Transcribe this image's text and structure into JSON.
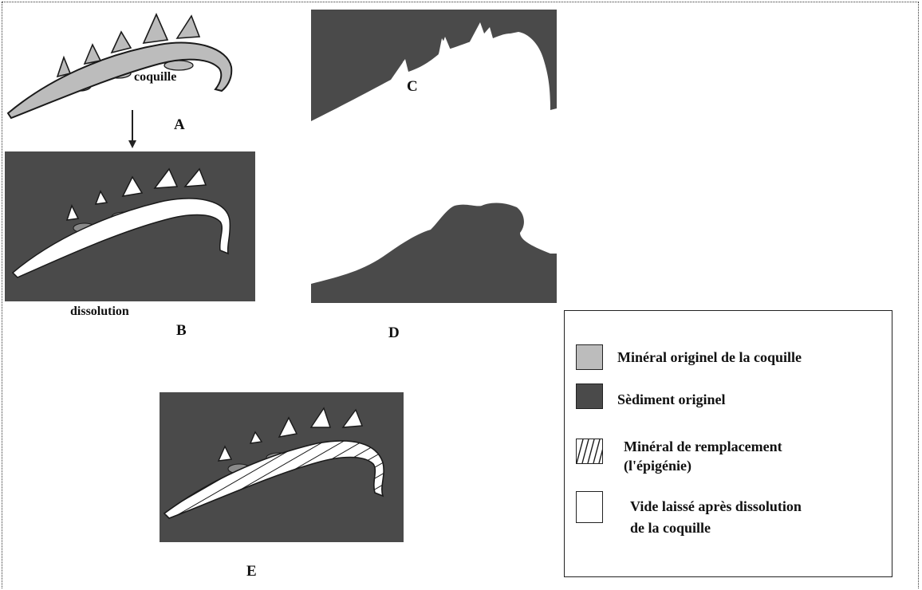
{
  "labels": {
    "coquille": "coquille",
    "a": "A",
    "b": "B",
    "c": "C",
    "d": "D",
    "e": "E",
    "dissolution": "dissolution"
  },
  "legend": {
    "items": [
      {
        "text_lines": [
          "Minéral originel  de la coquille"
        ],
        "swatch": "#bcbcbc"
      },
      {
        "text_lines": [
          "Sèdiment originel"
        ],
        "swatch": "#4a4a4a"
      },
      {
        "text_lines": [
          "Minéral de remplacement",
          "(l'épigénie)"
        ],
        "swatch": "hatch"
      },
      {
        "text_lines": [
          "Vide laissé après dissolution",
          "de la coquille"
        ],
        "swatch": "#ffffff"
      }
    ]
  },
  "colors": {
    "shell": "#bcbcbc",
    "sediment": "#4a4a4a",
    "void": "#ffffff",
    "outline": "#1a1a1a"
  }
}
